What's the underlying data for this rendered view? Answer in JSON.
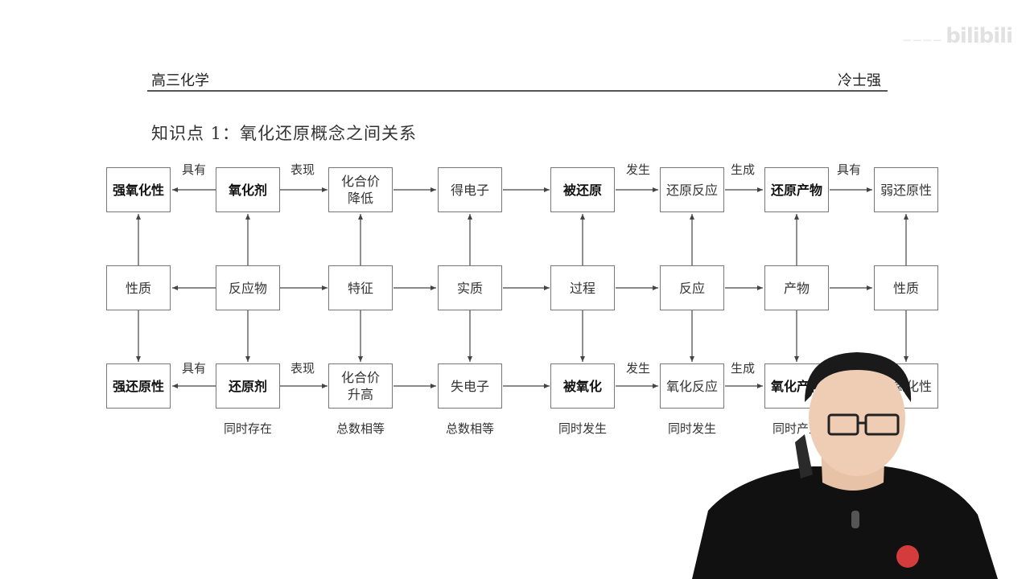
{
  "header": {
    "left": "高三化学",
    "right": "冷士强"
  },
  "title": "知识点 1：氧化还原概念之间关系",
  "watermark": {
    "small": "— — — —",
    "brand": "bilibili"
  },
  "top_row": [
    "强氧化性",
    "氧化剂",
    "化合价\n降低",
    "得电子",
    "被还原",
    "还原反应",
    "还原产物",
    "弱还原性"
  ],
  "mid_row": [
    "性质",
    "反应物",
    "特征",
    "实质",
    "过程",
    "反应",
    "产物",
    "性质"
  ],
  "bot_row": [
    "强还原性",
    "还原剂",
    "化合价\n升高",
    "失电子",
    "被氧化",
    "氧化反应",
    "氧化产物",
    "弱氧化性"
  ],
  "top_labels": {
    "l1": "具有",
    "l2": "表现",
    "l3": "发生",
    "l4": "生成",
    "l5": "具有"
  },
  "bot_labels": {
    "l1": "具有",
    "l2": "表现",
    "l3": "发生",
    "l4": "生成"
  },
  "notes": [
    "同时存在",
    "总数相等",
    "总数相等",
    "同时发生",
    "同时发生",
    "同时产生"
  ],
  "colors": {
    "box_border": "#777777",
    "line": "#444444",
    "shirt": "#111111"
  }
}
